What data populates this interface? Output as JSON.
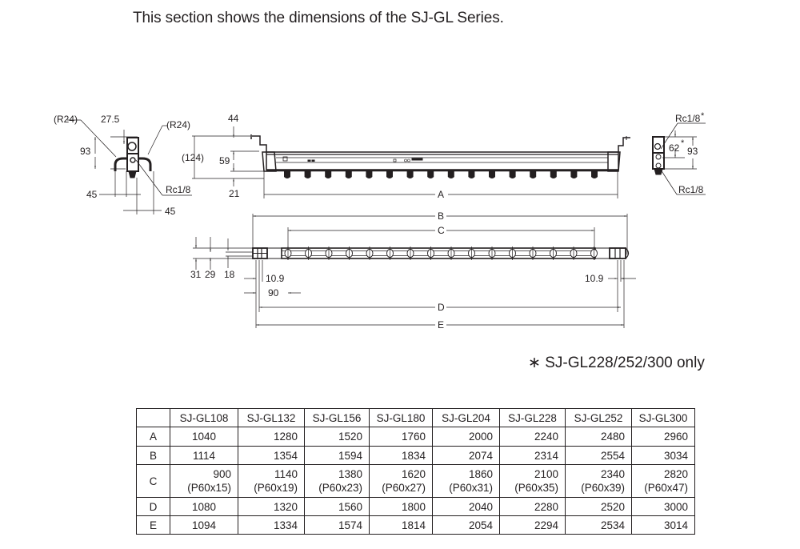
{
  "intro_text": "This section shows the dimensions of the SJ-GL Series.",
  "footnote": "∗ SJ-GL228/252/300 only",
  "drawing": {
    "left_side_view": {
      "labels": {
        "r24_left": "(R24)",
        "dim_27_5": "27.5",
        "r24_right": "(R24)",
        "dim_93": "93",
        "port": "Rc1/8",
        "dim_45_left": "45",
        "dim_45_right": "45"
      }
    },
    "front_view": {
      "labels": {
        "dim_44": "44",
        "dim_124": "(124)",
        "dim_59": "59",
        "dim_21": "21",
        "length_a": "A"
      },
      "emitter_count": 16
    },
    "right_side_view": {
      "labels": {
        "port_top": "Rc1/8",
        "port_top_star": "*",
        "dim_62": "62",
        "dim_62_star": "*",
        "dim_93": "93",
        "port_bottom": "Rc1/8"
      }
    },
    "top_view": {
      "labels": {
        "length_b": "B",
        "length_c": "C",
        "length_d": "D",
        "length_e": "E",
        "dim_31": "31",
        "dim_29": "29",
        "dim_18": "18",
        "dim_10_9_left": "10.9",
        "dim_90": "90",
        "dim_10_9_right": "10.9"
      }
    }
  },
  "table": {
    "columns": [
      "SJ-GL108",
      "SJ-GL132",
      "SJ-GL156",
      "SJ-GL180",
      "SJ-GL204",
      "SJ-GL228",
      "SJ-GL252",
      "SJ-GL300"
    ],
    "rows": [
      {
        "label": "A",
        "values": [
          "1040",
          "1280",
          "1520",
          "1760",
          "2000",
          "2240",
          "2480",
          "2960"
        ]
      },
      {
        "label": "B",
        "values": [
          "1114",
          "1354",
          "1594",
          "1834",
          "2074",
          "2314",
          "2554",
          "3034"
        ]
      },
      {
        "label": "C",
        "values": [
          "900",
          "1140",
          "1380",
          "1620",
          "1860",
          "2100",
          "2340",
          "2820"
        ],
        "sub": [
          "(P60x15)",
          "(P60x19)",
          "(P60x23)",
          "(P60x27)",
          "(P60x31)",
          "(P60x35)",
          "(P60x39)",
          "(P60x47)"
        ]
      },
      {
        "label": "D",
        "values": [
          "1080",
          "1320",
          "1560",
          "1800",
          "2040",
          "2280",
          "2520",
          "3000"
        ]
      },
      {
        "label": "E",
        "values": [
          "1094",
          "1334",
          "1574",
          "1814",
          "2054",
          "2294",
          "2534",
          "3014"
        ]
      }
    ]
  }
}
